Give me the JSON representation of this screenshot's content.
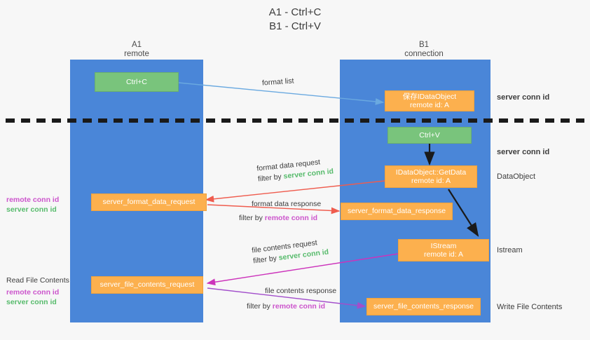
{
  "title": {
    "line1": "A1 - Ctrl+C",
    "line2": "B1 - Ctrl+V"
  },
  "colors": {
    "background": "#f7f7f7",
    "lane": "#4a86d8",
    "green_node": "#79c47c",
    "orange_node": "#fcb04e",
    "server_conn_id": "#57bb6c",
    "remote_conn_id": "#cc55cc",
    "arrow_blue": "#6aa9e0",
    "arrow_red": "#ef5c4e",
    "arrow_magenta": "#cc33bb",
    "arrow_purple": "#a24ecb",
    "arrow_black": "#1a1a1a",
    "divider": "#1a1a1a"
  },
  "columns": [
    {
      "name": "A1",
      "sub": "remote"
    },
    {
      "name": "B1",
      "sub": "connection"
    }
  ],
  "nodes": {
    "ctrl_c": {
      "label": "Ctrl+C"
    },
    "idataobject": {
      "line1": "保存IDataObject",
      "line2": "remote id: A"
    },
    "ctrl_v": {
      "label": "Ctrl+V"
    },
    "getdata": {
      "line1": "IDataObject::GetData",
      "line2": "remote id: A"
    },
    "istream": {
      "line1": "IStream",
      "line2": "remote id: A"
    },
    "format_data_request": {
      "label": "server_format_data_request"
    },
    "format_data_response": {
      "label": "server_format_data_response"
    },
    "file_contents_request": {
      "label": "server_file_contents_request"
    },
    "file_contents_response": {
      "label": "server_file_contents_response"
    }
  },
  "edge_labels": {
    "format_list": {
      "text": "format list"
    },
    "format_data_request": {
      "line1": "format data request",
      "filter_prefix": "filter by ",
      "filter_key": "server conn id"
    },
    "format_data_response": {
      "line1": "format data response",
      "filter_prefix": "filter by ",
      "filter_key": "remote conn id"
    },
    "file_contents_request": {
      "line1": "file contents request",
      "filter_prefix": "filter by ",
      "filter_key": "server conn id"
    },
    "file_contents_response": {
      "line1": "file contents response",
      "filter_prefix": "filter by ",
      "filter_key": "remote conn id"
    }
  },
  "right_labels": {
    "server_conn_id_top": "server conn id",
    "server_conn_id_mid": "server conn id",
    "dataobject": "DataObject",
    "istream": "Istream",
    "write_file_contents": "Write File Contents"
  },
  "left_labels": {
    "conn_pair_top": {
      "remote": "remote conn id",
      "server": "server conn id"
    },
    "read_file_contents": "Read File Contents",
    "conn_pair_bottom": {
      "remote": "remote conn id",
      "server": "server conn id"
    }
  }
}
